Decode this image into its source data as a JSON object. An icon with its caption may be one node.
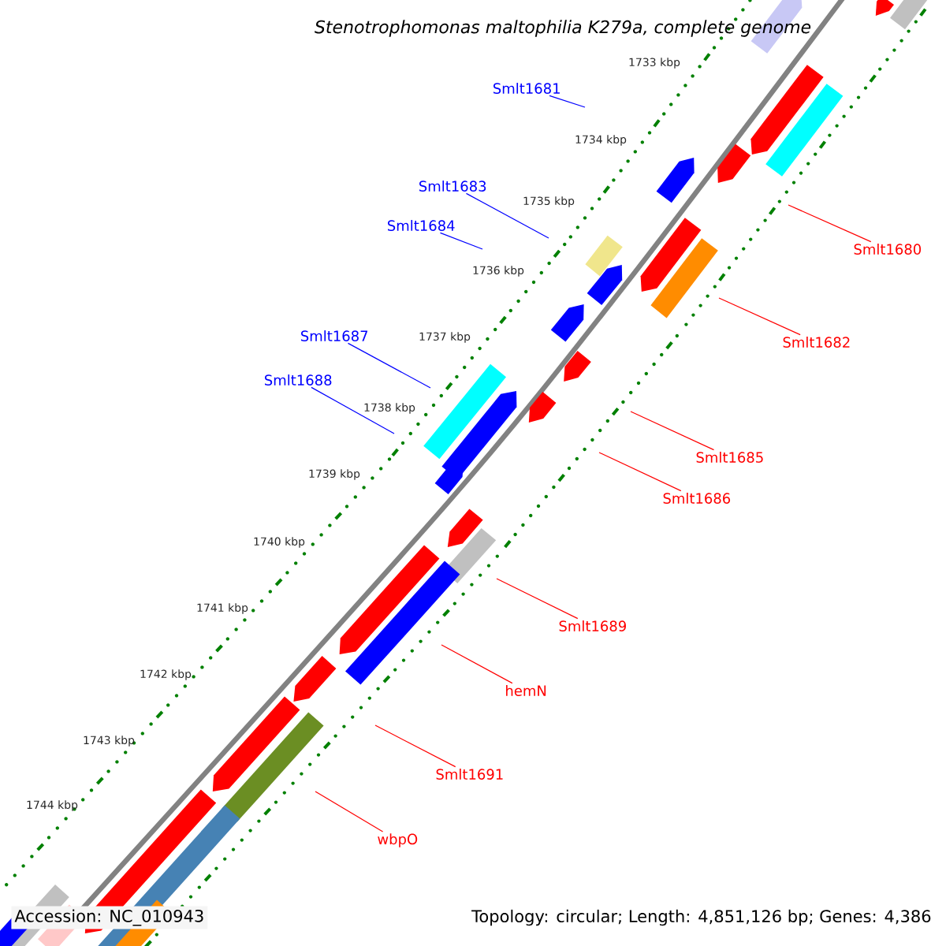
{
  "diagram": {
    "title": "Stenotrophomonas maltophilia K279a, complete genome",
    "nodes": [
      {
        "text": [
          "Smlt1681"
        ]
      },
      {
        "text": [
          "Smlt1683"
        ]
      },
      {
        "text": [
          "Smlt1684"
        ]
      },
      {
        "text": [
          "Smlt1680"
        ]
      },
      {
        "text": [
          "Smlt1687"
        ]
      },
      {
        "text": [
          "Smlt1682"
        ]
      },
      {
        "text": [
          "Smlt1688"
        ]
      },
      {
        "text": [
          "Smlt1685"
        ]
      },
      {
        "text": [
          "Smlt1686"
        ]
      },
      {
        "text": [
          "Smlt1689"
        ]
      },
      {
        "text": [
          "hemN"
        ]
      },
      {
        "text": [
          "Smlt1691"
        ]
      },
      {
        "text": [
          "wbpO"
        ]
      }
    ],
    "edges": [
      {
        "from": 0,
        "to": null,
        "arrow": "none",
        "color": "#0000ff"
      },
      {
        "from": 1,
        "to": null,
        "arrow": "none",
        "color": "#0000ff"
      },
      {
        "from": 2,
        "to": null,
        "arrow": "none",
        "color": "#0000ff"
      },
      {
        "from": 3,
        "to": null,
        "arrow": "none"
      },
      {
        "from": 4,
        "to": null,
        "arrow": "none",
        "color": "#0000ff"
      },
      {
        "from": 5,
        "to": null,
        "arrow": "none"
      },
      {
        "from": 6,
        "to": null,
        "arrow": "none",
        "color": "#0000ff"
      },
      {
        "from": 7,
        "to": null,
        "arrow": "none"
      },
      {
        "from": 8,
        "to": null,
        "arrow": "none"
      },
      {
        "from": 9,
        "to": null,
        "arrow": "none"
      },
      {
        "from": 10,
        "to": null,
        "arrow": "none"
      },
      {
        "from": 11,
        "to": null,
        "arrow": "none"
      },
      {
        "from": 12,
        "to": null,
        "arrow": "none"
      }
    ],
    "labels": [
      "1733 kbp",
      "1734 kbp",
      "1735 kbp",
      "1736 kbp",
      "1737 kbp",
      "1738 kbp",
      "1739 kbp",
      "1740 kbp",
      "1741 kbp",
      "1742 kbp",
      "1743 kbp",
      "1744 kbp",
      "Accession: NC_010943",
      "Topology: circular; Length: 4,851,126 bp; Genes: 4,386"
    ]
  }
}
